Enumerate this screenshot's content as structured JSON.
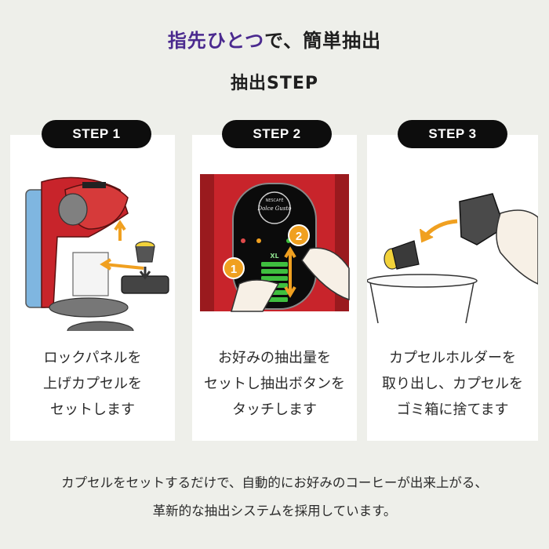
{
  "headline": {
    "accent": "指先ひとつ",
    "rest": "で、簡単抽出"
  },
  "subhead": "抽出STEP",
  "steps": [
    {
      "badge": "STEP 1",
      "lines": [
        "ロックパネルを",
        "上げカプセルを",
        "セットします"
      ]
    },
    {
      "badge": "STEP 2",
      "lines": [
        "お好みの抽出量を",
        "セットし抽出ボタンを",
        "タッチします"
      ]
    },
    {
      "badge": "STEP 3",
      "lines": [
        "カプセルホルダーを",
        "取り出し、カプセルを",
        "ゴミ箱に捨てます"
      ]
    }
  ],
  "step2_panel": {
    "brand_top": "NESCAFÉ",
    "brand_main": "Dolce Gusto",
    "level_label": "XL",
    "marker_1": "1",
    "marker_2": "2"
  },
  "footer": {
    "line1": "カプセルをセットするだけで、自動的にお好みのコーヒーが出来上がる、",
    "line2": "革新的な抽出システムを採用しています。"
  },
  "colors": {
    "accent": "#4b2a8f",
    "machine_red": "#c8242b",
    "marker_orange": "#f0a020",
    "level_green": "#3fbf3f"
  }
}
